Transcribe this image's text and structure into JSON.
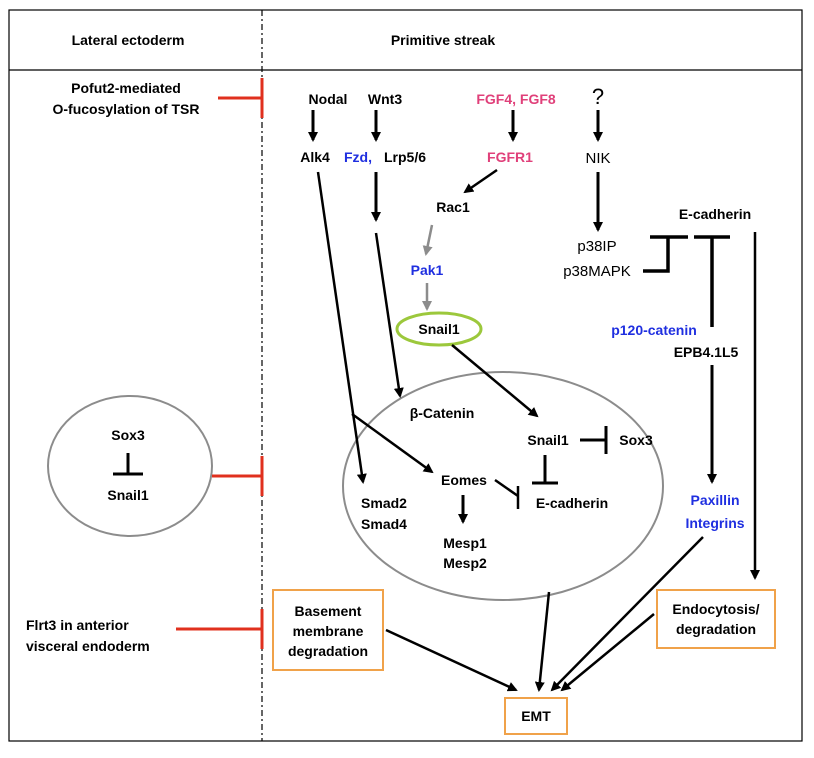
{
  "headers": {
    "left": "Lateral ectoderm",
    "right": "Primitive streak"
  },
  "left_column": {
    "pofut2_line1": "Pofut2-mediated",
    "pofut2_line2": "O-fucosylation of TSR",
    "sox3": "Sox3",
    "snail1": "Snail1",
    "flrt3_line1": "Flrt3 in anterior",
    "flrt3_line2": "visceral endoderm"
  },
  "nodes": {
    "nodal": "Nodal",
    "wnt3": "Wnt3",
    "fgf": "FGF4, FGF8",
    "question": "?",
    "alk4": "Alk4",
    "fzd": "Fzd,",
    "lrp": "Lrp5/6",
    "fgfr1": "FGFR1",
    "nik": "NIK",
    "rac1": "Rac1",
    "pak1": "Pak1",
    "snail1_green": "Snail1",
    "p38ip": "p38IP",
    "p38mapk": "p38MAPK",
    "ecadherin_top": "E-cadherin",
    "p120": "p120-catenin",
    "epb": "EPB4.1L5",
    "bcatenin": "β-Catenin",
    "snail1_inner": "Snail1",
    "sox3_inner": "Sox3",
    "eomes": "Eomes",
    "ecadherin_inner": "E-cadherin",
    "smad2": "Smad2",
    "smad4": "Smad4",
    "mesp1": "Mesp1",
    "mesp2": "Mesp2",
    "paxillin": "Paxillin",
    "integrins": "Integrins"
  },
  "boxes": {
    "bm_line1": "Basement",
    "bm_line2": "membrane",
    "bm_line3": "degradation",
    "endo_line1": "Endocytosis/",
    "endo_line2": "degradation",
    "emt": "EMT"
  },
  "colors": {
    "black": "#000000",
    "blue": "#1f2fe0",
    "pink": "#e0407a",
    "red": "#e0301e",
    "gray": "#8c8c8c",
    "green": "#9cc83c",
    "orange": "#f0a24a"
  }
}
